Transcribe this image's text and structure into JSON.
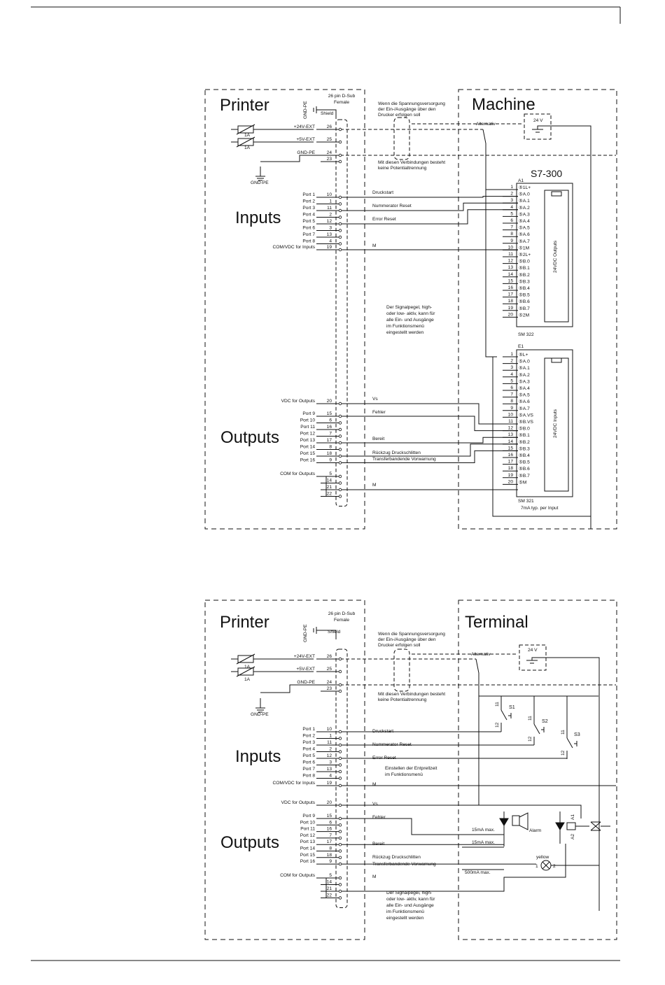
{
  "common": {
    "printer": "Printer",
    "dsub": [
      "26 pin D-Sub",
      "Female"
    ],
    "gndpe_vertical": "GND-PE",
    "shield": "Shield",
    "supply_note": [
      "Wenn die Spannungsversorgung",
      "der Ein-/Ausgänge über den",
      "Drucker erfolgen soll"
    ],
    "alternativ": "Alternativ",
    "volt": "24 V",
    "potential_note": [
      "Mit diesen Verbindungen besteht",
      "keine Potentialtrennung"
    ],
    "fuse": "1A",
    "gnd_label": "GND-PE",
    "inputs": "Inputs",
    "outputs": "Outputs",
    "left_labels": [
      {
        "t": "+24V-EXT",
        "n": "26"
      },
      {
        "t": "+5V-EXT",
        "n": "25"
      },
      {
        "t": "GND-PE",
        "n": "24"
      },
      {
        "t": "",
        "n": "23"
      },
      {
        "t": "Port 1",
        "n": "10"
      },
      {
        "t": "Port 2",
        "n": "1"
      },
      {
        "t": "Port 3",
        "n": "11"
      },
      {
        "t": "Port 4",
        "n": "2"
      },
      {
        "t": "Port 5",
        "n": "12"
      },
      {
        "t": "Port 6",
        "n": "3"
      },
      {
        "t": "Port 7",
        "n": "13"
      },
      {
        "t": "Port 8",
        "n": "4"
      },
      {
        "t": "COM/VDC for Inputs",
        "n": "19"
      },
      {
        "t": "VDC for Outputs",
        "n": "20"
      },
      {
        "t": "Port 9",
        "n": "15"
      },
      {
        "t": "Port 10",
        "n": "6"
      },
      {
        "t": "Port 11",
        "n": "16"
      },
      {
        "t": "Port 12",
        "n": "7"
      },
      {
        "t": "Port 13",
        "n": "17"
      },
      {
        "t": "Port 14",
        "n": "8"
      },
      {
        "t": "Port 15",
        "n": "18"
      },
      {
        "t": "Port 16",
        "n": "9"
      },
      {
        "t": "COM for Outputs",
        "n": "5"
      },
      {
        "t": "",
        "n": "14"
      },
      {
        "t": "",
        "n": "21"
      },
      {
        "t": "",
        "n": "22"
      }
    ],
    "signals": {
      "druckstart": "Druckstart",
      "nummerator": "Nummerator Reset",
      "error": "Error Reset",
      "m": "M",
      "vs": "Vs",
      "fehler": "Fehler",
      "bereit": "Bereit",
      "rueckzug": "Rückzug Druckschlitten",
      "transfer": "Transferbandende Vorwarnung"
    },
    "signal_level_note": [
      "Der Signalpegel, high-",
      "oder low- aktiv, kann für",
      "alle Ein- und Ausgänge",
      "im Funktionsmenü",
      "eingestellt werden"
    ]
  },
  "top": {
    "machine": "Machine",
    "s7": "S7-300",
    "a1": "A1",
    "e1": "E1",
    "sm322": "SM 322",
    "sm321": "SM 321",
    "out_module": "24VDC Outputs",
    "in_module": "24VDC Inputs",
    "current_note": "7mA typ. per Input",
    "a1_pins": [
      {
        "n": "1",
        "l": "⑤1L+"
      },
      {
        "n": "2",
        "l": "⑤A.0"
      },
      {
        "n": "3",
        "l": "⑤A.1"
      },
      {
        "n": "4",
        "l": "⑤A.2"
      },
      {
        "n": "5",
        "l": "⑤A.3"
      },
      {
        "n": "6",
        "l": "⑤A.4"
      },
      {
        "n": "7",
        "l": "⑤A.5"
      },
      {
        "n": "8",
        "l": "⑤A.6"
      },
      {
        "n": "9",
        "l": "⑤A.7"
      },
      {
        "n": "10",
        "l": "⑤1M"
      },
      {
        "n": "11",
        "l": "⑤2L+"
      },
      {
        "n": "12",
        "l": "⑤B.0"
      },
      {
        "n": "13",
        "l": "⑤B.1"
      },
      {
        "n": "14",
        "l": "⑤B.2"
      },
      {
        "n": "15",
        "l": "⑤B.3"
      },
      {
        "n": "16",
        "l": "⑤B.4"
      },
      {
        "n": "17",
        "l": "⑤B.5"
      },
      {
        "n": "18",
        "l": "⑤B.6"
      },
      {
        "n": "19",
        "l": "⑤B.7"
      },
      {
        "n": "20",
        "l": "⑤2M"
      }
    ],
    "e1_pins": [
      {
        "n": "1",
        "l": "⑤L+"
      },
      {
        "n": "2",
        "l": "⑤A.0"
      },
      {
        "n": "3",
        "l": "⑤A.1"
      },
      {
        "n": "4",
        "l": "⑤A.2"
      },
      {
        "n": "5",
        "l": "⑤A.3"
      },
      {
        "n": "6",
        "l": "⑤A.4"
      },
      {
        "n": "7",
        "l": "⑤A.5"
      },
      {
        "n": "8",
        "l": "⑤A.6"
      },
      {
        "n": "9",
        "l": "⑤A.7"
      },
      {
        "n": "10",
        "l": "⑤A.VS"
      },
      {
        "n": "11",
        "l": "⑤B.VS"
      },
      {
        "n": "12",
        "l": "⑤B.0"
      },
      {
        "n": "13",
        "l": "⑤B.1"
      },
      {
        "n": "14",
        "l": "⑤B.2"
      },
      {
        "n": "15",
        "l": "⑤B.3"
      },
      {
        "n": "16",
        "l": "⑤B.4"
      },
      {
        "n": "17",
        "l": "⑤B.5"
      },
      {
        "n": "18",
        "l": "⑤B.6"
      },
      {
        "n": "19",
        "l": "⑤B.7"
      },
      {
        "n": "20",
        "l": "⑤M"
      }
    ]
  },
  "bottom": {
    "terminal": "Terminal",
    "s1": "S1",
    "s2": "S2",
    "s3": "S3",
    "sw11": "11",
    "sw12": "12",
    "entprell_note": [
      "Einstellen der Entprellzeit",
      "im Funktionsmenü"
    ],
    "ma15": "15mA max.",
    "ma500": "500mA max.",
    "alarm": "Alarm",
    "yellow": "yellow",
    "a1": "A1",
    "a2": "A2",
    "lamp1": "1",
    "lamp2": "2"
  }
}
